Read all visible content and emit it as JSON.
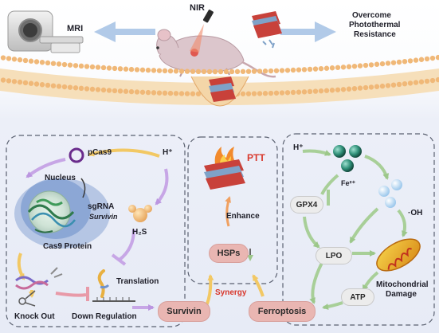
{
  "top": {
    "mri": "MRI",
    "nir": "NIR",
    "overcome": [
      "Overcome",
      "Photothermal",
      "Resistance"
    ]
  },
  "left_panel": {
    "pcas9": "pCas9",
    "h_plus": "H⁺",
    "nucleus": "Nucleus",
    "sgrna": "sgRNA",
    "survivin_gene": "Survivin",
    "h2s": "H₂S",
    "cas9_protein": "Cas9 Protein",
    "translation": "Translation",
    "knock_out": "Knock Out",
    "down_regulation": "Down Regulation",
    "survivin_box": "Survivin"
  },
  "middle_panel": {
    "ptt": "PTT",
    "enhance": "Enhance",
    "hsps": "HSPs",
    "synergy": "Synergy"
  },
  "right_panel": {
    "h_plus": "H⁺",
    "fe": "Fe²⁺",
    "gpx4": "GPX4",
    "oh": "·OH",
    "lpo": "LPO",
    "atp": "ATP",
    "mito": [
      "Mitochondrial",
      "Damage"
    ],
    "ferroptosis": "Ferroptosis"
  },
  "colors": {
    "arrow_yellow": "#f2cf72",
    "arrow_green": "#a8cf98",
    "arrow_lavender": "#c7a6e6",
    "arrow_pink": "#e89aa8",
    "arrow_blue": "#a9c4e6",
    "membrane_head": "#f0b878",
    "pill_pink": "#e9b6b2",
    "ptt_red": "#d8382c"
  }
}
